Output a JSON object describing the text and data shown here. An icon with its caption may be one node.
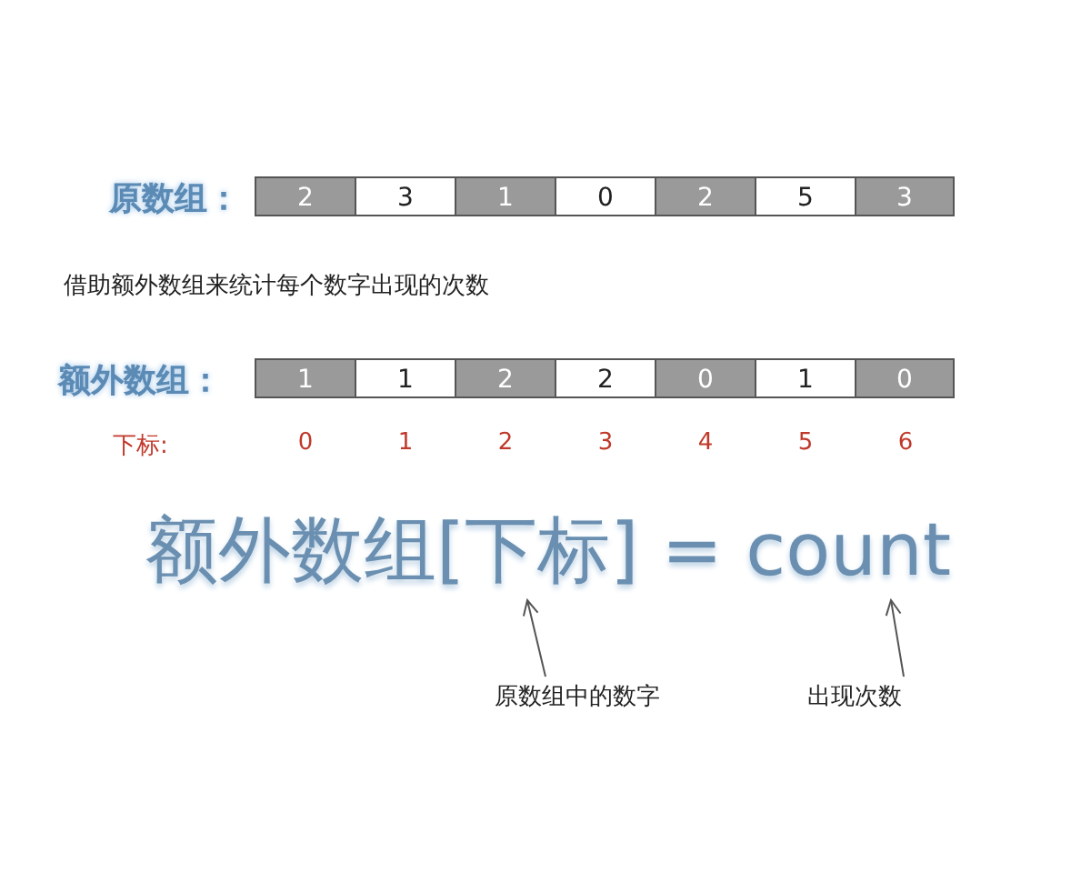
{
  "diagram": {
    "nodes": [
      {
        "text": [
          "额外数组[下标] = count"
        ]
      },
      {
        "text": [
          "原数组中的数字"
        ]
      },
      {
        "text": [
          "出现次数"
        ]
      }
    ],
    "edges": [
      {
        "from": 1,
        "to": 0,
        "arrow": "to"
      },
      {
        "from": 2,
        "to": 0,
        "arrow": "to"
      }
    ],
    "labels": [
      "原数组：",
      "2",
      "3",
      "1",
      "0",
      "2",
      "5",
      "3",
      "借助额外数组来统计每个数字出现的次数",
      "额外数组：",
      "1",
      "1",
      "2",
      "2",
      "0",
      "1",
      "0",
      "下标:",
      "0",
      "1",
      "2",
      "3",
      "4",
      "5",
      "6"
    ]
  }
}
